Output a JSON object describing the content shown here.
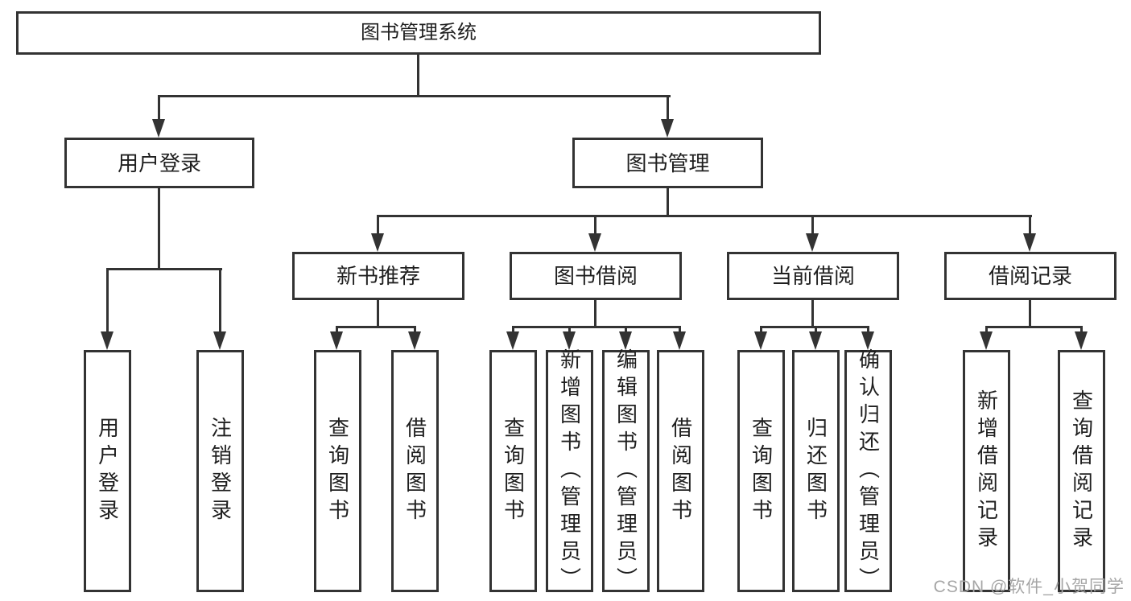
{
  "diagram_type": "hierarchy-diagram",
  "tree": {
    "label": "图书管理系统",
    "children": [
      {
        "label": "用户登录",
        "children": [
          {
            "label": "用户登录"
          },
          {
            "label": "注销登录"
          }
        ]
      },
      {
        "label": "图书管理",
        "children": [
          {
            "label": "新书推荐",
            "children": [
              {
                "label": "查询图书"
              },
              {
                "label": "借阅图书"
              }
            ]
          },
          {
            "label": "图书借阅",
            "children": [
              {
                "label": "查询图书"
              },
              {
                "label": "新增图书（管理员）"
              },
              {
                "label": "编辑图书（管理员）"
              },
              {
                "label": "借阅图书"
              }
            ]
          },
          {
            "label": "当前借阅",
            "children": [
              {
                "label": "查询图书"
              },
              {
                "label": "归还图书"
              },
              {
                "label": "确认归还（管理员）"
              }
            ]
          },
          {
            "label": "借阅记录",
            "children": [
              {
                "label": "新增借阅记录"
              },
              {
                "label": "查询借阅记录"
              }
            ]
          }
        ]
      }
    ]
  },
  "watermark": {
    "text": "CSDN @软件_小贺同学"
  },
  "colors": {
    "line": "#333333",
    "box_border": "#333333",
    "text": "#1f1f1f",
    "watermark": "#a6a6a6",
    "background": "#ffffff"
  }
}
